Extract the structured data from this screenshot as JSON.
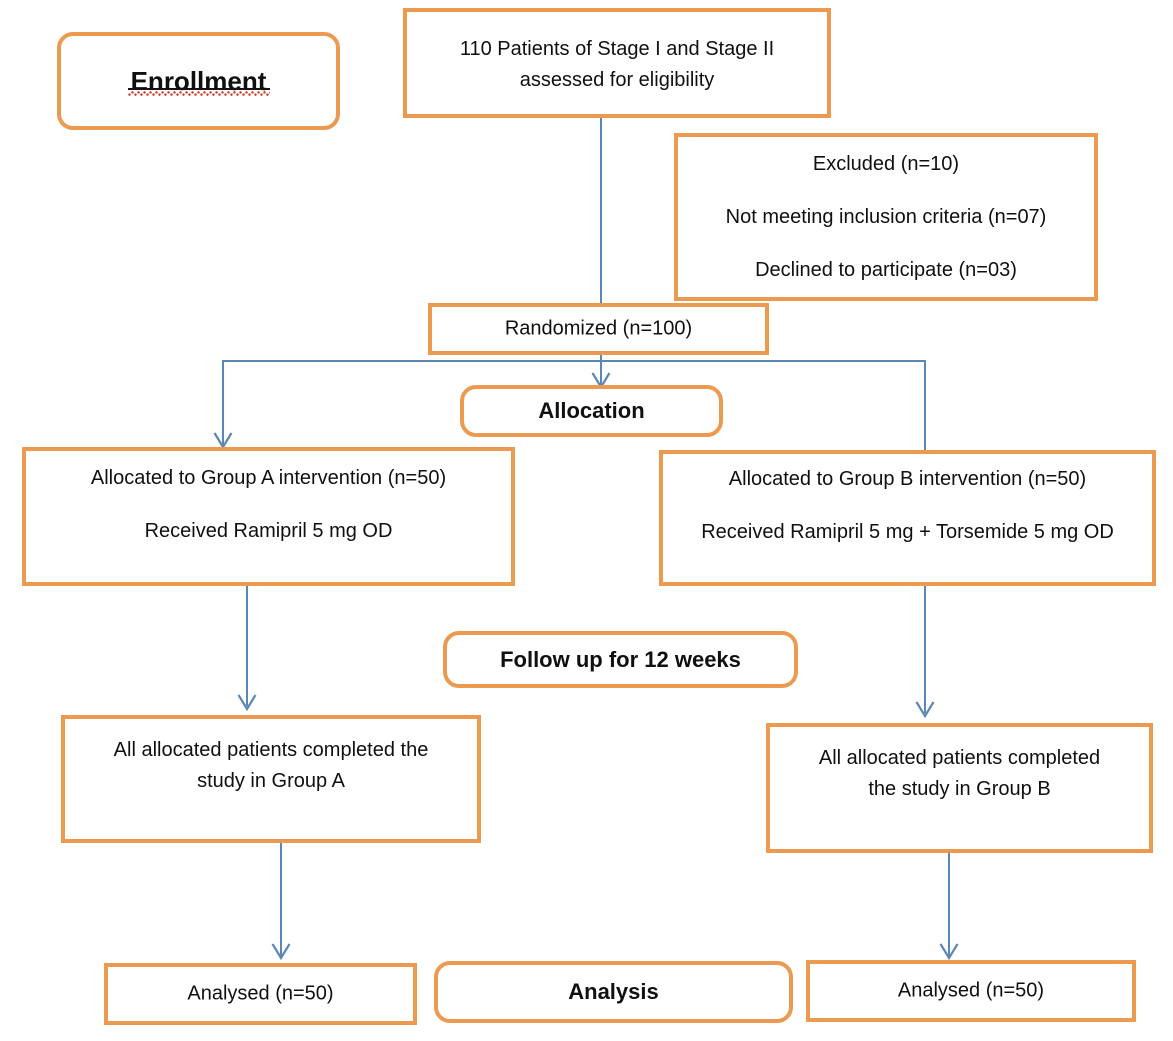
{
  "diagram": {
    "title": "CONSORT participant flow diagram",
    "accent_orange": "#ED9A51",
    "connector_blue": "#5B87B5",
    "text_color": "#101010",
    "stages": {
      "enrollment": "Enrollment",
      "allocation": "Allocation",
      "followup": "Follow up for 12 weeks",
      "analysis": "Analysis"
    },
    "nodes": {
      "assessed": {
        "line1": "110 Patients of Stage I and Stage II",
        "line2": "assessed for eligibility"
      },
      "excluded": {
        "line1": "Excluded (n=10)",
        "line2": "Not meeting inclusion criteria (n=07)",
        "line3": "Declined to participate (n=03)"
      },
      "randomized": "Randomized (n=100)",
      "group_a_allocated": {
        "line1": "Allocated to Group A intervention (n=50)",
        "line2": "Received Ramipril 5 mg OD"
      },
      "group_b_allocated": {
        "line1": "Allocated to Group B intervention (n=50)",
        "line2": "Received Ramipril 5 mg + Torsemide 5 mg OD"
      },
      "group_a_completed": {
        "line1": "All allocated patients completed the",
        "line2": "study in Group A"
      },
      "group_b_completed": {
        "line1": "All allocated patients completed",
        "line2": "the study in Group B"
      },
      "group_a_analysed": "Analysed (n=50)",
      "group_b_analysed": "Analysed (n=50)"
    }
  }
}
